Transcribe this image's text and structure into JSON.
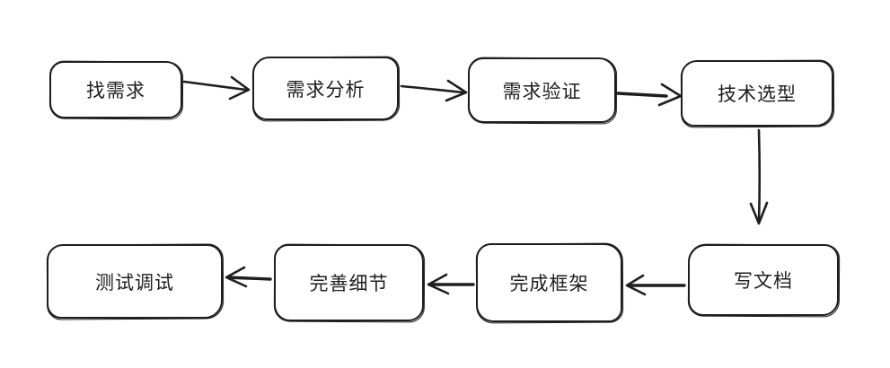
{
  "diagram": {
    "type": "flowchart",
    "style": "hand-drawn",
    "background_color": "#ffffff",
    "stroke_color": "#1e1e1e",
    "text_color": "#1e1e1e",
    "nodes": [
      {
        "id": "find-requirements",
        "label": "找需求"
      },
      {
        "id": "requirement-analysis",
        "label": "需求分析"
      },
      {
        "id": "requirement-validation",
        "label": "需求验证"
      },
      {
        "id": "technology-selection",
        "label": "技术选型"
      },
      {
        "id": "write-docs",
        "label": "写文档"
      },
      {
        "id": "complete-framework",
        "label": "完成框架"
      },
      {
        "id": "refine-details",
        "label": "完善细节"
      },
      {
        "id": "test-debug",
        "label": "测试调试"
      }
    ],
    "edges": [
      {
        "from": "找需求",
        "to": "需求分析",
        "direction": "right"
      },
      {
        "from": "需求分析",
        "to": "需求验证",
        "direction": "right"
      },
      {
        "from": "需求验证",
        "to": "技术选型",
        "direction": "right"
      },
      {
        "from": "技术选型",
        "to": "写文档",
        "direction": "down"
      },
      {
        "from": "写文档",
        "to": "完成框架",
        "direction": "left"
      },
      {
        "from": "完成框架",
        "to": "完善细节",
        "direction": "left"
      },
      {
        "from": "完善细节",
        "to": "测试调试",
        "direction": "left"
      }
    ]
  }
}
